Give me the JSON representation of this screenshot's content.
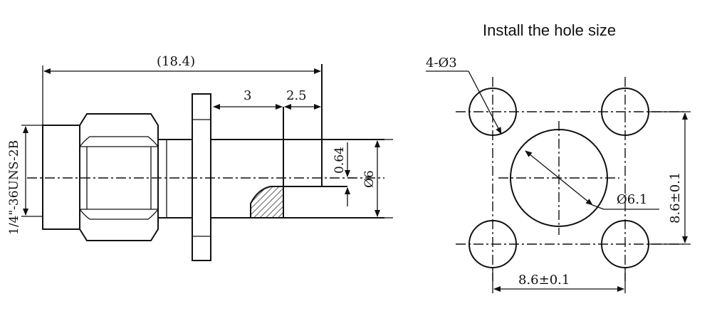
{
  "title": "Install the hole size",
  "left_view": {
    "overall_length": "(18.4)",
    "dim_a": "3",
    "dim_b": "2.5",
    "dim_c": "0.64",
    "dim_d": "Ø6",
    "thread": "1/4\"-36UNS-2B"
  },
  "right_view": {
    "holes": "4-Ø3",
    "center_dia": "Ø6.1",
    "width": "8.6±0.1",
    "height": "8.6±0.1"
  }
}
